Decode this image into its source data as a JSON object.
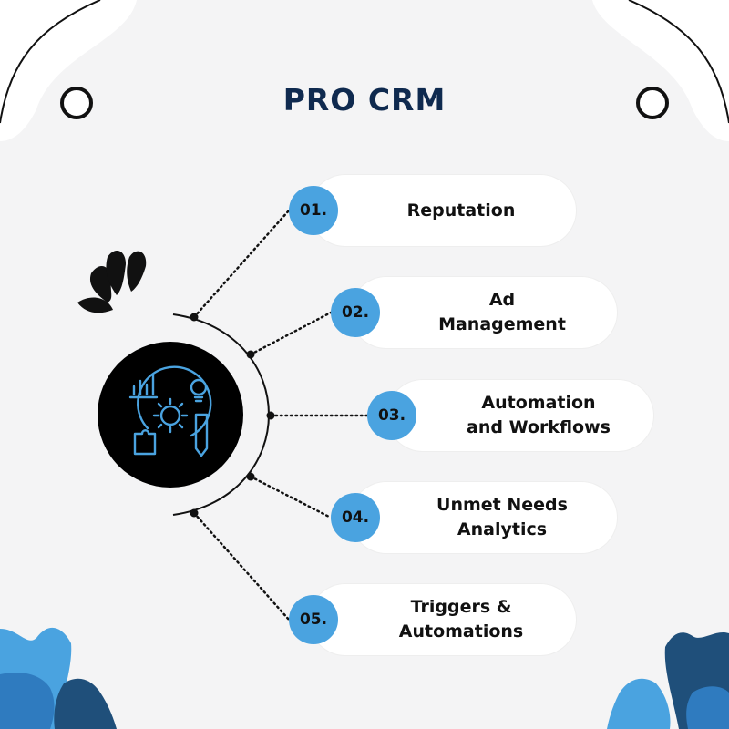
{
  "title": "PRO CRM",
  "colors": {
    "background": "#f4f4f5",
    "title": "#0f2a4f",
    "accent": "#4aa3e0",
    "dark_blue": "#1f4f7a",
    "mid_blue": "#2f7bbf",
    "hub": "#000000",
    "pill": "#ffffff"
  },
  "hub_icon": "strategy-gear-chart-bulb-pencil-puzzle-icon",
  "decoration_icons": [
    "burst-strokes-icon",
    "leaf-icon"
  ],
  "items": [
    {
      "number": "01.",
      "label": "Reputation"
    },
    {
      "number": "02.",
      "label": "Ad\nManagement"
    },
    {
      "number": "03.",
      "label": "Automation\nand Workflows"
    },
    {
      "number": "04.",
      "label": "Unmet Needs\nAnalytics"
    },
    {
      "number": "05.",
      "label": "Triggers &\nAutomations"
    }
  ]
}
